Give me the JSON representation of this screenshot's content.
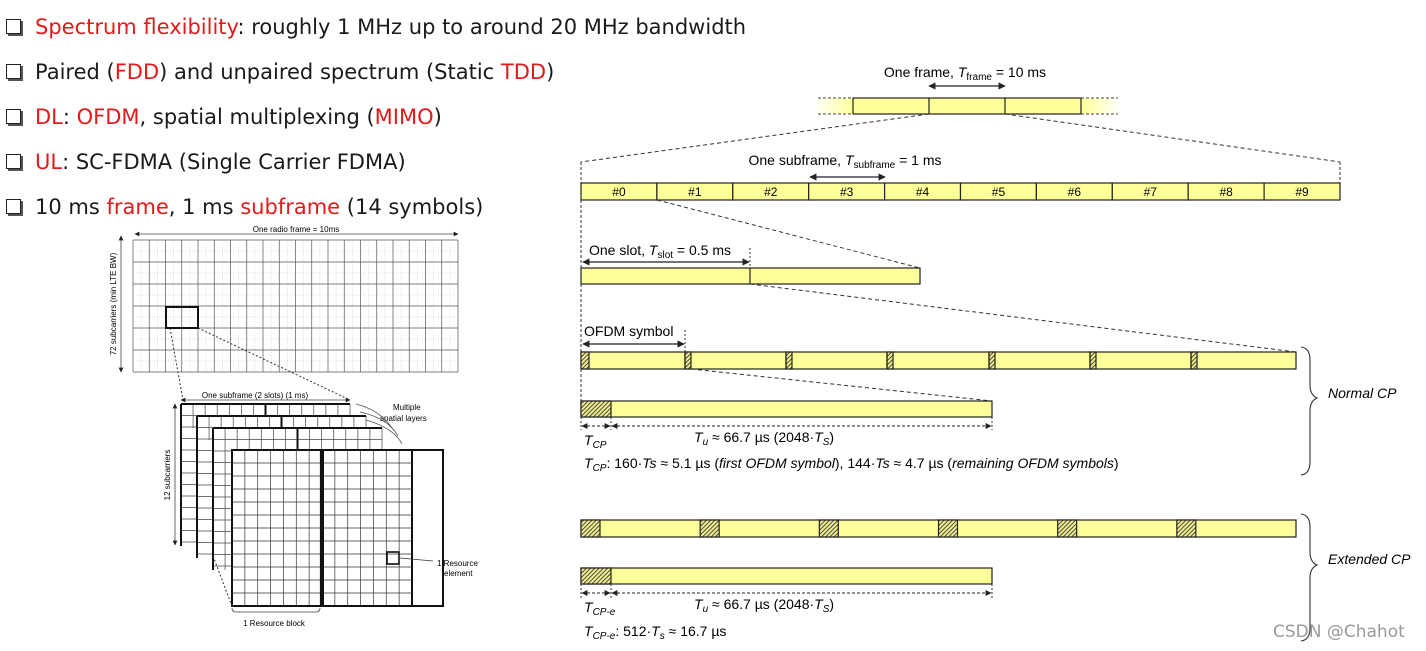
{
  "bullets": [
    {
      "parts": [
        {
          "t": "Spectrum flexibility",
          "red": true
        },
        {
          "t": ": roughly 1 MHz up to around 20 MHz bandwidth",
          "red": false
        }
      ]
    },
    {
      "parts": [
        {
          "t": "Paired (",
          "red": false
        },
        {
          "t": "FDD",
          "red": true
        },
        {
          "t": ") and unpaired spectrum (Static ",
          "red": false
        },
        {
          "t": "TDD",
          "red": true
        },
        {
          "t": ")",
          "red": false
        }
      ]
    },
    {
      "parts": [
        {
          "t": "DL",
          "red": true
        },
        {
          "t": ": ",
          "red": false
        },
        {
          "t": "OFDM",
          "red": true
        },
        {
          "t": ", spatial multiplexing (",
          "red": false
        },
        {
          "t": "MIMO",
          "red": true
        },
        {
          "t": ")",
          "red": false
        }
      ]
    },
    {
      "parts": [
        {
          "t": "UL",
          "red": true
        },
        {
          "t": ": SC-FDMA (Single Carrier FDMA)",
          "red": false
        }
      ]
    },
    {
      "parts": [
        {
          "t": "10 ms ",
          "red": false
        },
        {
          "t": "frame",
          "red": true
        },
        {
          "t": ", 1 ms ",
          "red": false
        },
        {
          "t": "subframe",
          "red": true
        },
        {
          "t": " (14 symbols)",
          "red": false
        }
      ]
    }
  ],
  "grid": {
    "radio_frame_label": "One radio frame = 10ms",
    "subcarriers_label": "72 subcarriers (min LTE BW)",
    "subframe_label": "One subframe (2 slots) (1 ms)",
    "spatial_layers_label": [
      "Multiple",
      "spatial layers"
    ],
    "twelve_subcarriers_label": "12 subcarriers",
    "resource_element_label": [
      "1 Resource",
      "element"
    ],
    "resource_block_label": "1 Resource block"
  },
  "frame": {
    "frame_label": {
      "pre": "One frame, ",
      "T": "T",
      "sub": "frame",
      "post": " = 10 ms"
    },
    "subframe_label": {
      "pre": "One subframe, ",
      "T": "T",
      "sub": "subframe",
      "post": " = 1 ms"
    },
    "subframes": [
      "#0",
      "#1",
      "#2",
      "#3",
      "#4",
      "#5",
      "#6",
      "#7",
      "#8",
      "#9"
    ],
    "slot_label": {
      "pre": "One slot, ",
      "T": "T",
      "sub": "slot",
      "post": " = 0.5 ms"
    },
    "ofdm_label": "OFDM symbol",
    "normal_cp_label": "Normal CP",
    "extended_cp_label": "Extended CP",
    "tcp_label": {
      "T": "T",
      "sub": "CP"
    },
    "tu_label": {
      "T": "T",
      "sub": "u",
      "post": " ≈ 66.7 µs (2048·",
      "T2": "T",
      "sub2": "S",
      "post2": ")"
    },
    "tcp_detail": {
      "T": "T",
      "sub": "CP",
      "a": ": 160·",
      "Ts1": "Ts",
      "b": " ≈ 5.1 µs (",
      "c": "first OFDM symbol",
      "d": "), 144·",
      "Ts2": "Ts",
      "e": " ≈ 4.7 µs (",
      "f": "remaining OFDM symbols",
      "g": ")"
    },
    "tcpe_label": {
      "T": "T",
      "sub": "CP-e"
    },
    "tcpe_detail": {
      "T": "T",
      "sub": "CP-e",
      "a": ": 512·",
      "T2": "T",
      "sub2": "s",
      "b": " ≈ 16.7 µs"
    }
  },
  "watermark": "CSDN @Chahot",
  "colors": {
    "red": "#e31a1a",
    "fill": "#ffff99",
    "stroke": "#1a1a1a"
  }
}
